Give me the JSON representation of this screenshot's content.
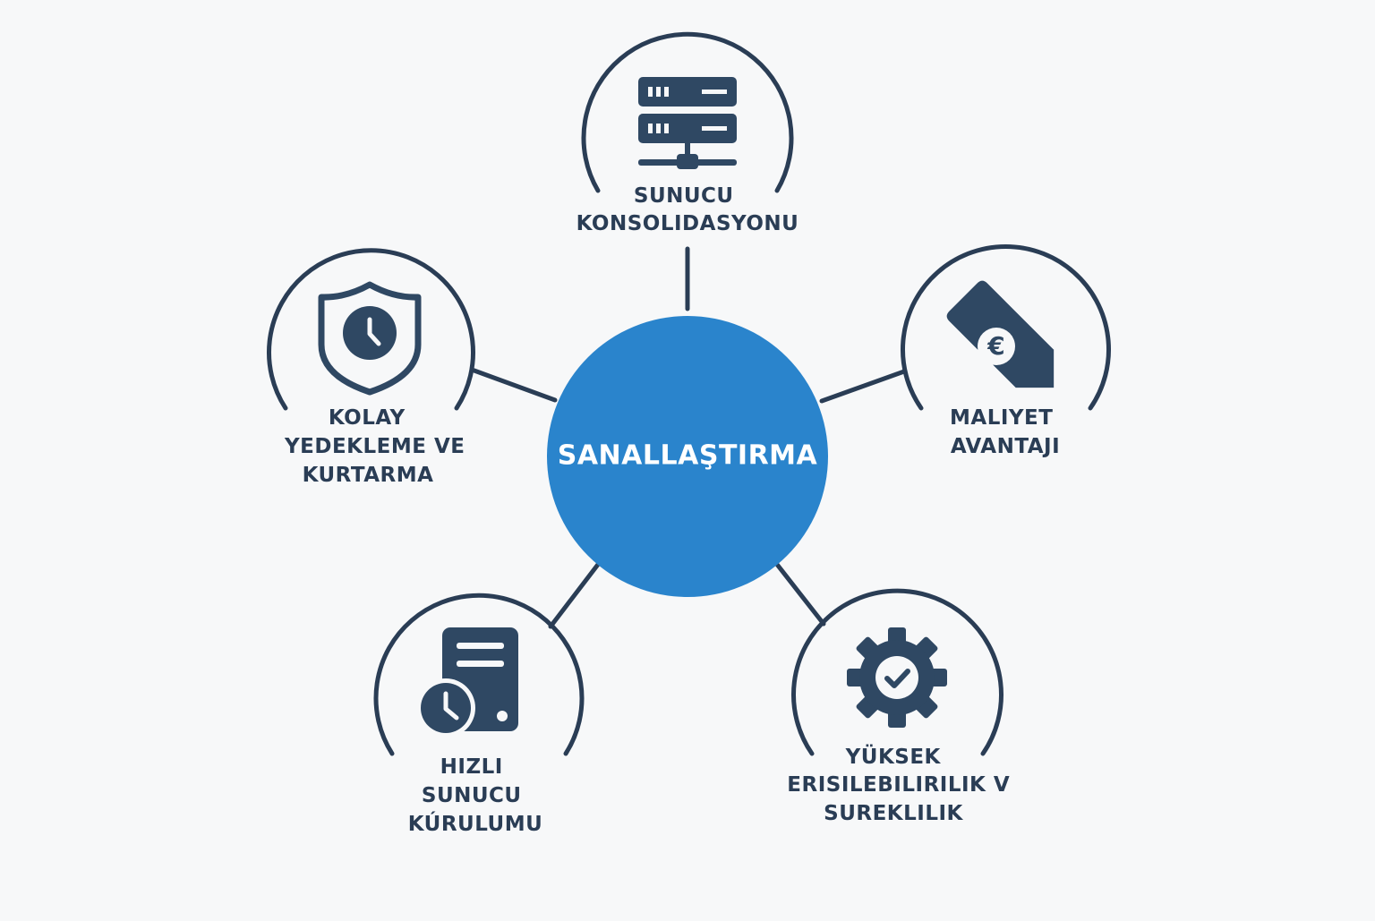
{
  "colors": {
    "background": "#f7f8f9",
    "center_fill": "#2a84cc",
    "line": "#2a3d55",
    "icon": "#2f4863",
    "label": "#2a3d55",
    "center_text": "#ffffff"
  },
  "center": {
    "label": "SANALLAŞTIRMA"
  },
  "nodes": [
    {
      "id": "server-consolidation",
      "icon": "server-rack-icon",
      "label_lines": [
        "SUNUCU",
        "KONSOLIDASYONU"
      ]
    },
    {
      "id": "cost-advantage",
      "icon": "euro-price-tag-icon",
      "label_lines": [
        "MALIYET",
        "AVANTAJI"
      ]
    },
    {
      "id": "high-availability",
      "icon": "gear-check-icon",
      "label_lines": [
        "YÜKSEK",
        "ERISILEBILIRILIK V",
        "SUREKLILIK"
      ]
    },
    {
      "id": "fast-server-setup",
      "icon": "document-clock-icon",
      "label_lines": [
        "HIZLI",
        "SUNUCU",
        "KÚRULUMU"
      ]
    },
    {
      "id": "backup-recovery",
      "icon": "shield-clock-icon",
      "label_lines": [
        "KOLAY",
        "YEDEKLEME VE",
        "KURTARMA"
      ]
    }
  ]
}
